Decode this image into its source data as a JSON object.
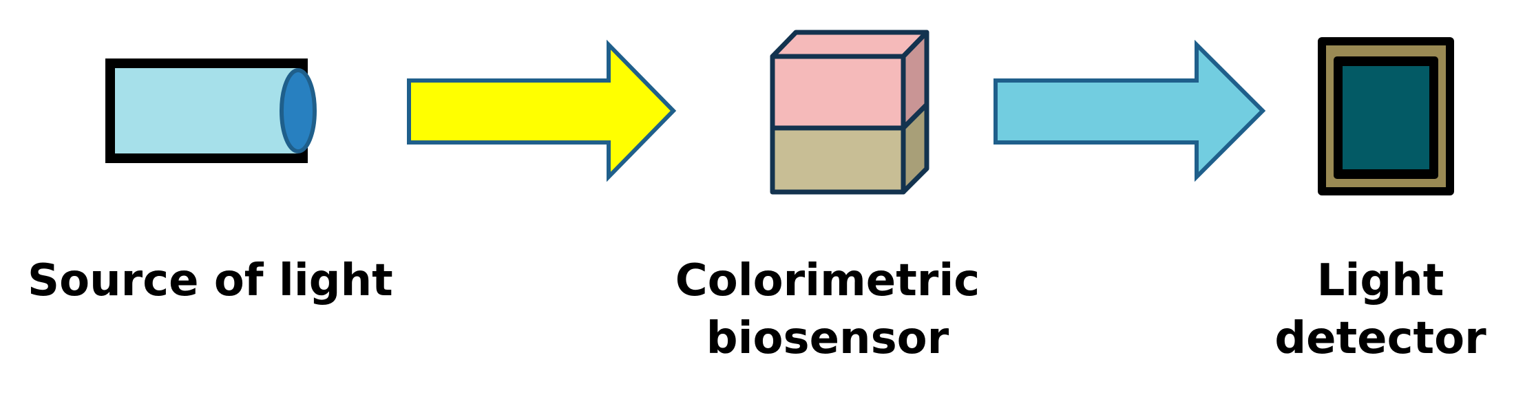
{
  "diagram": {
    "nodes": [
      {
        "id": "source",
        "lines": [
          "Source of light"
        ]
      },
      {
        "id": "biosensor",
        "lines": [
          "Colorimetric",
          "biosensor"
        ]
      },
      {
        "id": "detector",
        "lines": [
          "Light",
          "detector"
        ]
      }
    ],
    "edges": [
      {
        "from": "source",
        "to": "biosensor",
        "color": "#ffff00"
      },
      {
        "from": "biosensor",
        "to": "detector",
        "color": "#72cde0"
      }
    ],
    "colors": {
      "outline_blue": "#1f5f8b",
      "cylinder_body": "#a6e0ea",
      "cylinder_lens": "#2880c0",
      "cube_outline": "#13334f",
      "cube_top_pink": "#f5baba",
      "cube_side_pink": "#c99595",
      "cube_bottom_tan": "#c8be95",
      "cube_side_tan": "#a89f78",
      "detector_frame": "#9a8a54",
      "detector_screen": "#035a65"
    }
  }
}
